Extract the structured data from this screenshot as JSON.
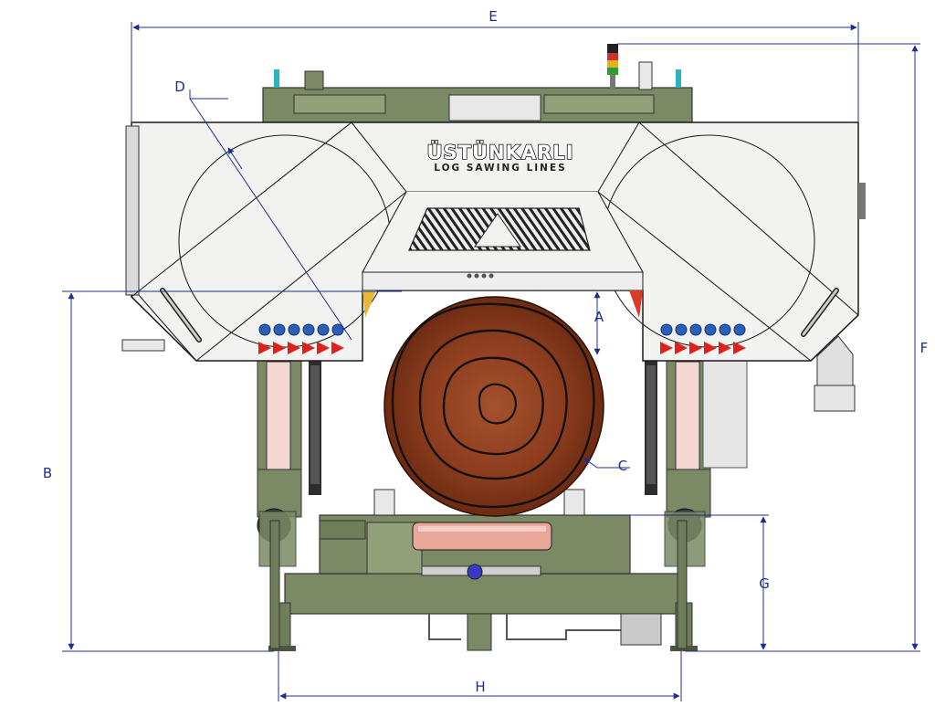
{
  "brand": {
    "name": "ÜSTÜNKARLI",
    "tagline": "LOG SAWING LINES"
  },
  "dimensions": {
    "A": "A",
    "B": "B",
    "C": "C",
    "D": "D",
    "E": "E",
    "F": "F",
    "G": "G",
    "H": "H"
  },
  "colors": {
    "dimension_line": "#1c2f8c",
    "frame": "#7b8a64",
    "housing": "#f2f2f0",
    "log": "#8a3a1c",
    "arrows": "#e0201c",
    "guide_pink": "#f4d6d2",
    "roller": "#e9a79a"
  }
}
